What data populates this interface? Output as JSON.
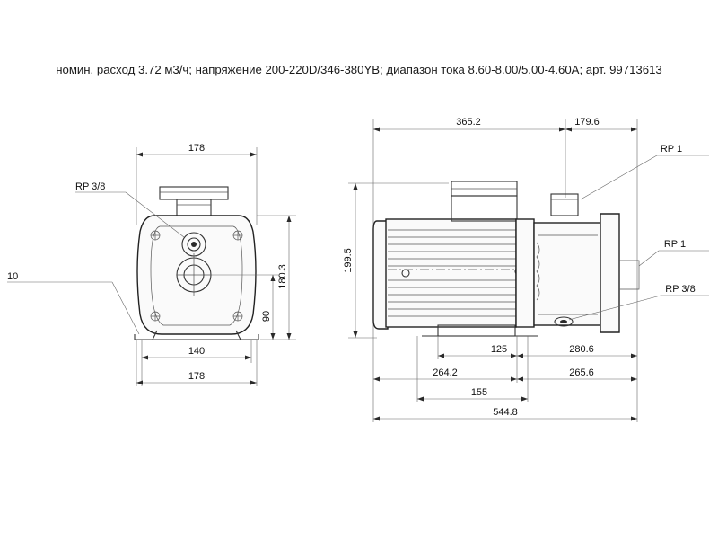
{
  "caption": "номин. расход 3.72 м3/ч; напряжение 200-220D/346-380YB; диапазон тока 8.60-8.00/5.00-4.60A; арт. 99713613",
  "front_view": {
    "width_top": "178",
    "port_label": "RP 3/8",
    "foot_label": "10",
    "height_total": "180.3",
    "height_axis": "90",
    "base_inner": "140",
    "base_outer": "178"
  },
  "side_view": {
    "length_motor": "365.2",
    "length_pump": "179.6",
    "port_top": "RP 1",
    "port_side": "RP 1",
    "port_drain": "RP 3/8",
    "height_total": "199.5",
    "dim_125": "125",
    "dim_280": "280.6",
    "dim_264": "264.2",
    "dim_265": "265.6",
    "dim_155": "155",
    "length_total": "544.8"
  }
}
